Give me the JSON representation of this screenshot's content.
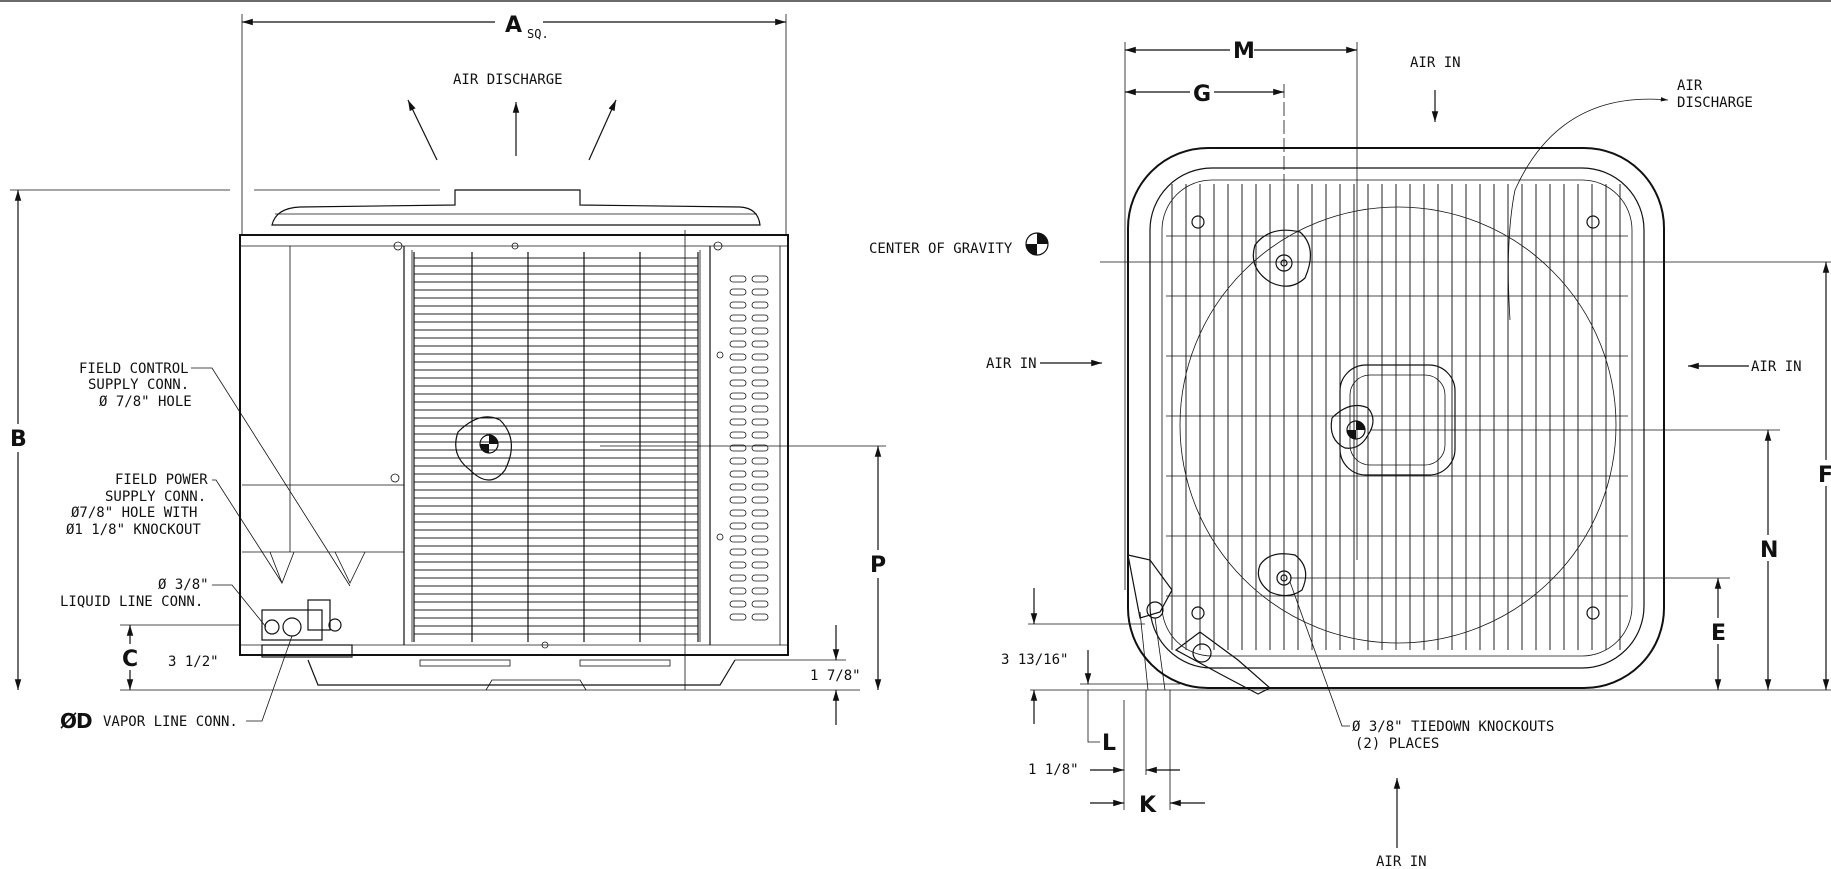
{
  "letters": {
    "A": "A",
    "sq": "SQ.",
    "B": "B",
    "C": "C",
    "D": "D",
    "P": "P",
    "M": "M",
    "G": "G",
    "F": "F",
    "N": "N",
    "E": "E",
    "L": "L",
    "K": "K"
  },
  "labels": {
    "air_discharge_side": "AIR DISCHARGE",
    "field_control": [
      "FIELD CONTROL",
      "SUPPLY CONN.",
      "Ø 7/8\" HOLE"
    ],
    "field_power": [
      "FIELD POWER",
      "SUPPLY CONN.",
      "Ø7/8\" HOLE WITH",
      "Ø1 1/8\" KNOCKOUT"
    ],
    "liquid_line": [
      "Ø 3/8\"",
      "LIQUID LINE CONN."
    ],
    "vapor_line_prefix": "Ø",
    "vapor_line": "VAPOR LINE CONN.",
    "dim_3_1_2": "3 1/2\"",
    "dim_1_7_8": "1 7/8\"",
    "center_of_gravity": "CENTER OF GRAVITY",
    "air_in_top": "AIR IN",
    "air_discharge_top": [
      "AIR",
      "DISCHARGE"
    ],
    "air_in_left": "AIR IN",
    "air_in_right": "AIR IN",
    "air_in_bottom": "AIR IN",
    "dim_3_13_16": "3 13/16\"",
    "dim_1_1_8": "1 1/8\"",
    "tiedown": [
      "Ø 3/8\" TIEDOWN KNOCKOUTS",
      "(2) PLACES"
    ]
  }
}
